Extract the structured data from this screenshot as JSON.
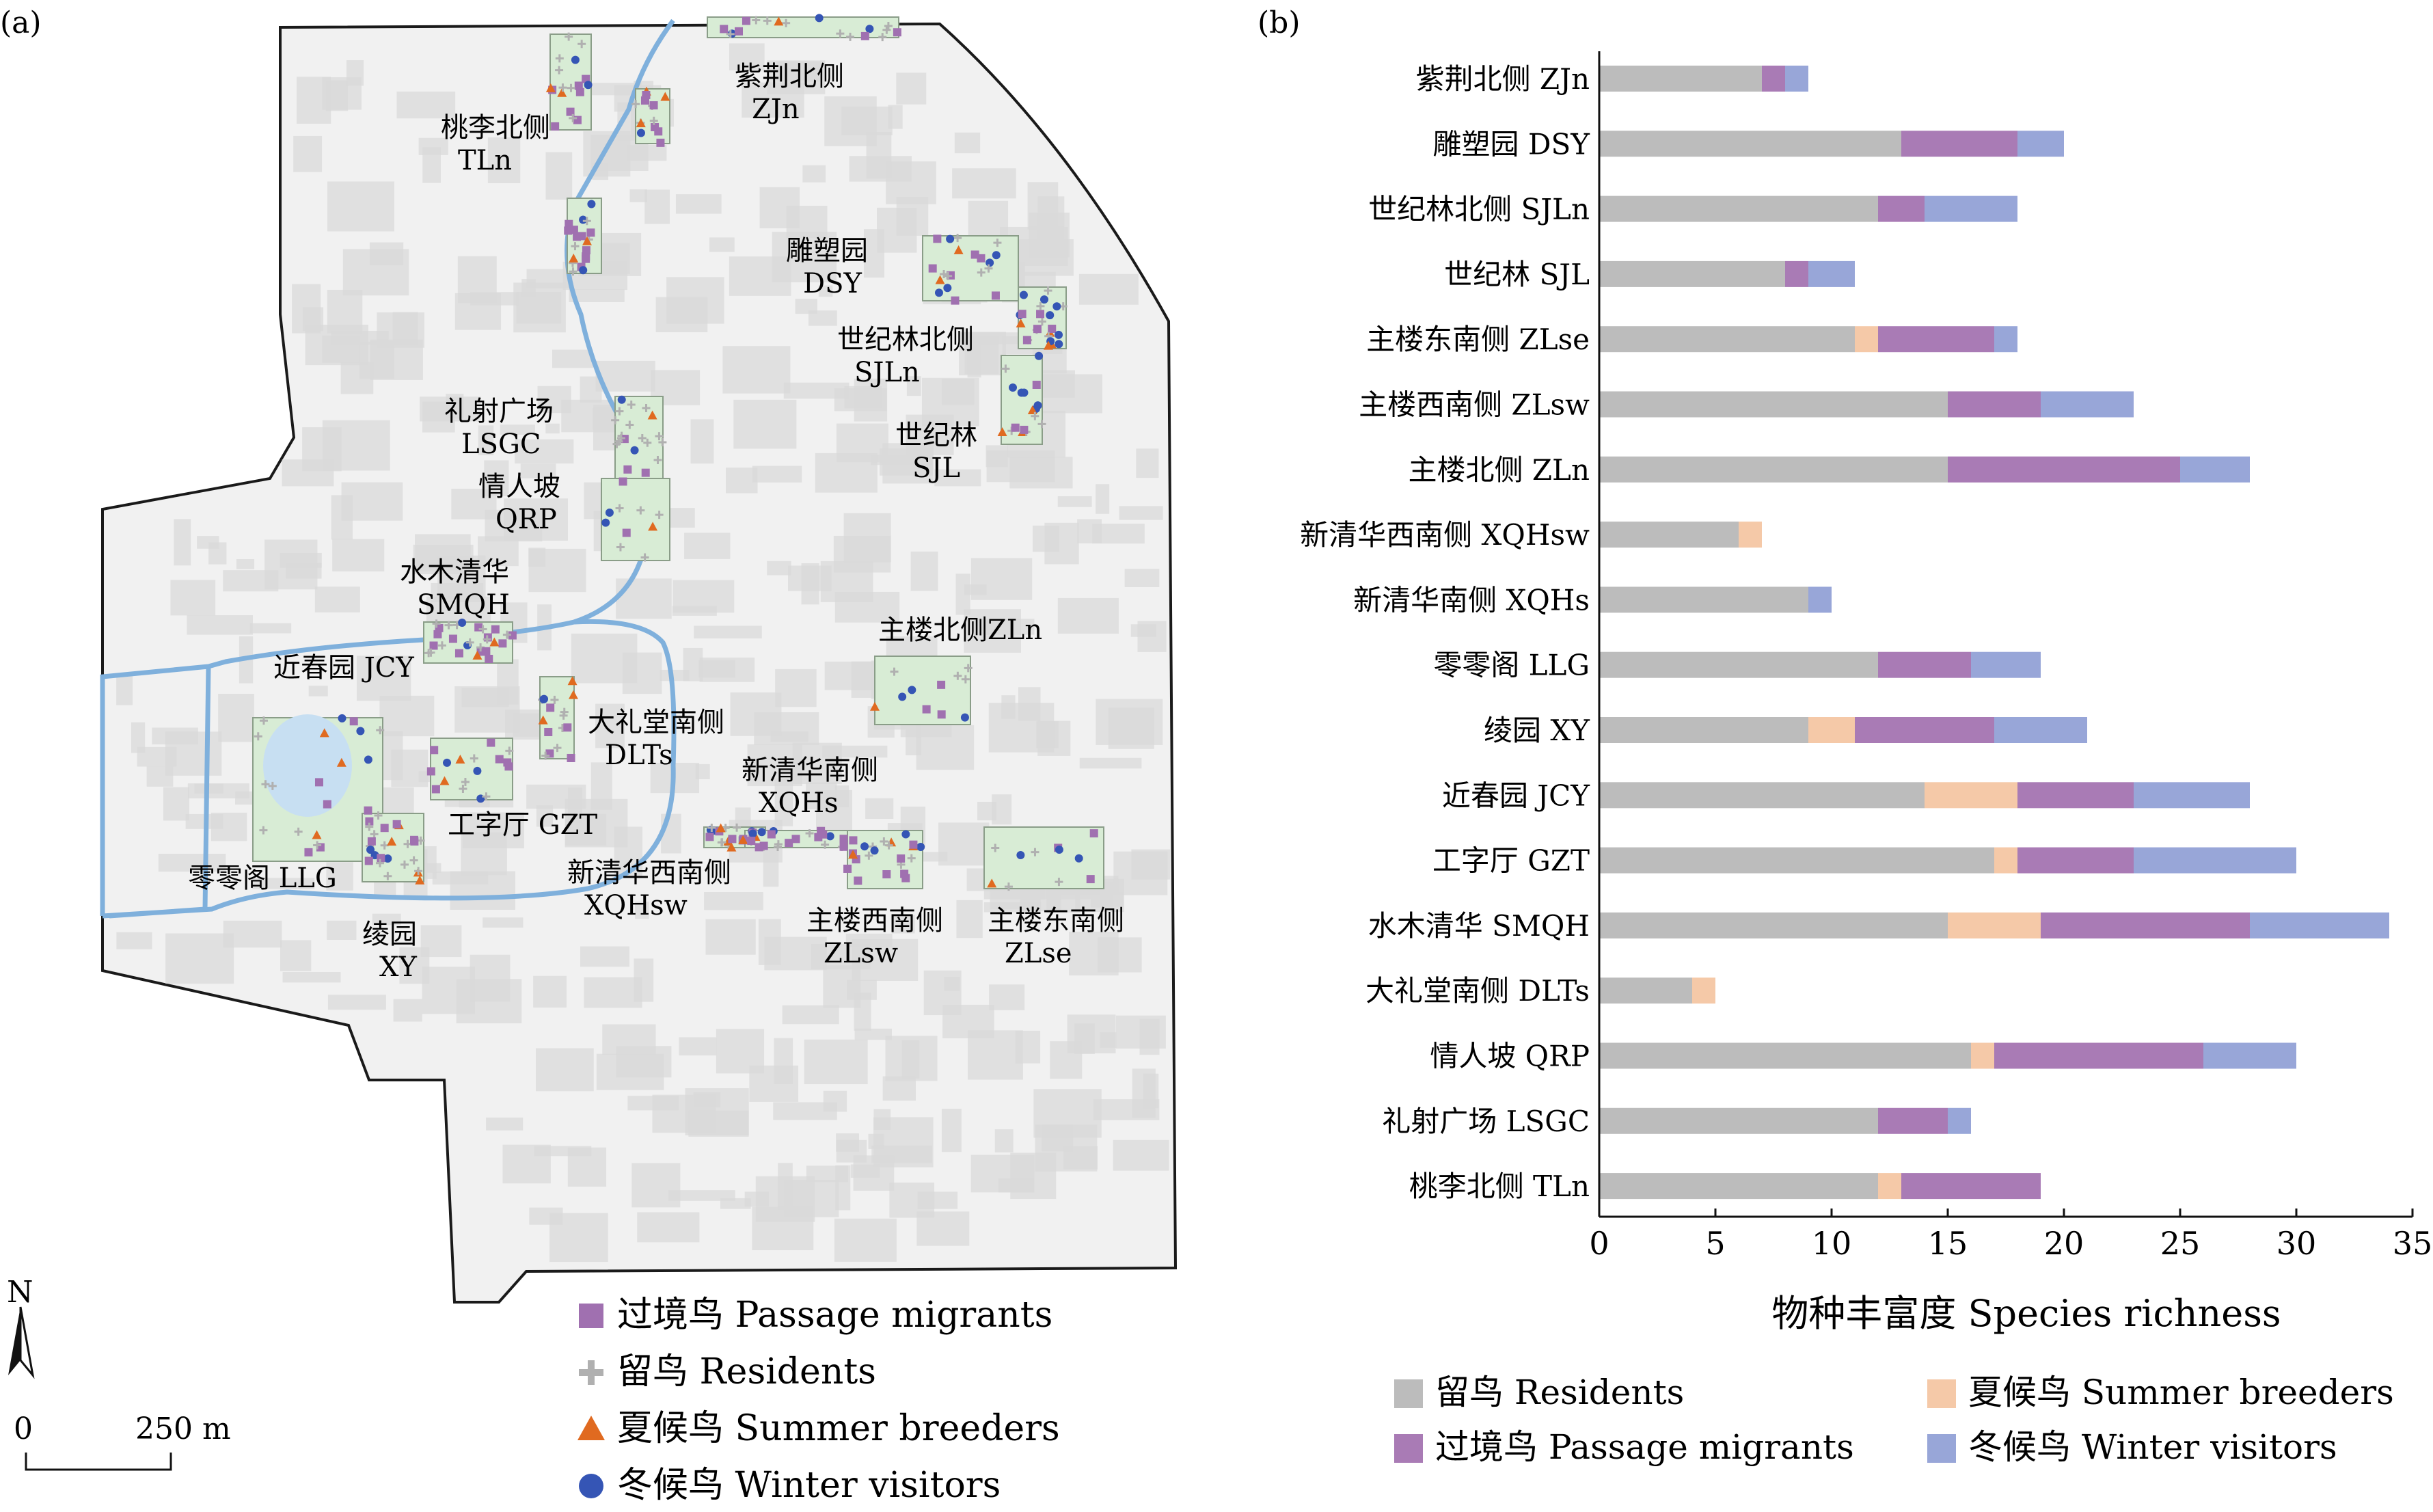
{
  "map_panel": {
    "panel_label": "(a)",
    "north_label": "N",
    "scale_zero": "0",
    "scale_length": "250 m",
    "sites": [
      {
        "cn": "紫荆北侧",
        "en": "ZJn"
      },
      {
        "cn": "桃李北侧",
        "en": "TLn"
      },
      {
        "cn": "雕塑园",
        "en": "DSY"
      },
      {
        "cn": "世纪林北侧",
        "en": "SJLn"
      },
      {
        "cn": "世纪林",
        "en": "SJL"
      },
      {
        "cn": "礼射广场",
        "en": "LSGC"
      },
      {
        "cn": "情人坡",
        "en": "QRP"
      },
      {
        "cn": "水木清华",
        "en": "SMQH"
      },
      {
        "cn": "主楼北侧ZLn",
        "en": ""
      },
      {
        "cn": "近春园 JCY",
        "en": ""
      },
      {
        "cn": "大礼堂南侧",
        "en": "DLTs"
      },
      {
        "cn": "新清华南侧",
        "en": "XQHs"
      },
      {
        "cn": "工字厅 GZT",
        "en": ""
      },
      {
        "cn": "新清华西南侧",
        "en": "XQHsw"
      },
      {
        "cn": "零零阁 LLG",
        "en": ""
      },
      {
        "cn": "主楼西南侧",
        "en": "ZLsw"
      },
      {
        "cn": "主楼东南侧",
        "en": "ZLse"
      },
      {
        "cn": "绫园",
        "en": "XY"
      }
    ],
    "legend": [
      {
        "label": "过境鸟 Passage migrants",
        "symbol": "square",
        "color": "#a070b0"
      },
      {
        "label": "留鸟 Residents",
        "symbol": "cross",
        "color": "#b0b0b0"
      },
      {
        "label": "夏候鸟 Summer breeders",
        "symbol": "triangle",
        "color": "#e06a20"
      },
      {
        "label": "冬候鸟 Winter visitors",
        "symbol": "circle",
        "color": "#3555b5"
      }
    ]
  },
  "chart_panel": {
    "panel_label": "(b)",
    "legend": [
      {
        "label": "留鸟 Residents",
        "color": "#bcbcbc"
      },
      {
        "label": "夏候鸟 Summer breeders",
        "color": "#f5c9a8"
      },
      {
        "label": "过境鸟 Passage migrants",
        "color": "#a97bb5"
      },
      {
        "label": "冬候鸟 Winter visitors",
        "color": "#98a6d8"
      }
    ]
  },
  "chart_data": {
    "type": "bar",
    "orientation": "horizontal",
    "stacked": true,
    "xlabel": "物种丰富度 Species richness",
    "xlim": [
      0,
      35
    ],
    "xticks": [
      0,
      5,
      10,
      15,
      20,
      25,
      30,
      35
    ],
    "categories": [
      "紫荆北侧 ZJn",
      "雕塑园 DSY",
      "世纪林北侧 SJLn",
      "世纪林 SJL",
      "主楼东南侧 ZLse",
      "主楼西南侧 ZLsw",
      "主楼北侧 ZLn",
      "新清华西南侧 XQHsw",
      "新清华南侧 XQHs",
      "零零阁 LLG",
      "绫园 XY",
      "近春园 JCY",
      "工字厅 GZT",
      "水木清华 SMQH",
      "大礼堂南侧 DLTs",
      "情人坡 QRP",
      "礼射广场 LSGC",
      "桃李北侧 TLn"
    ],
    "series": [
      {
        "name": "留鸟 Residents",
        "color": "#bcbcbc",
        "values": [
          7,
          13,
          12,
          8,
          11,
          15,
          15,
          6,
          9,
          12,
          9,
          14,
          17,
          15,
          4,
          16,
          12,
          12
        ]
      },
      {
        "name": "夏候鸟 Summer breeders",
        "color": "#f5c9a8",
        "values": [
          0,
          0,
          0,
          0,
          1,
          0,
          0,
          1,
          0,
          0,
          2,
          4,
          1,
          4,
          1,
          1,
          0,
          1
        ]
      },
      {
        "name": "过境鸟 Passage migrants",
        "color": "#a97bb5",
        "values": [
          1,
          5,
          2,
          1,
          5,
          4,
          10,
          0,
          0,
          4,
          6,
          5,
          5,
          9,
          0,
          9,
          3,
          6
        ]
      },
      {
        "name": "冬候鸟 Winter visitors",
        "color": "#98a6d8",
        "values": [
          1,
          2,
          4,
          2,
          1,
          4,
          3,
          0,
          1,
          3,
          4,
          5,
          7,
          6,
          0,
          4,
          1,
          0
        ]
      }
    ]
  }
}
